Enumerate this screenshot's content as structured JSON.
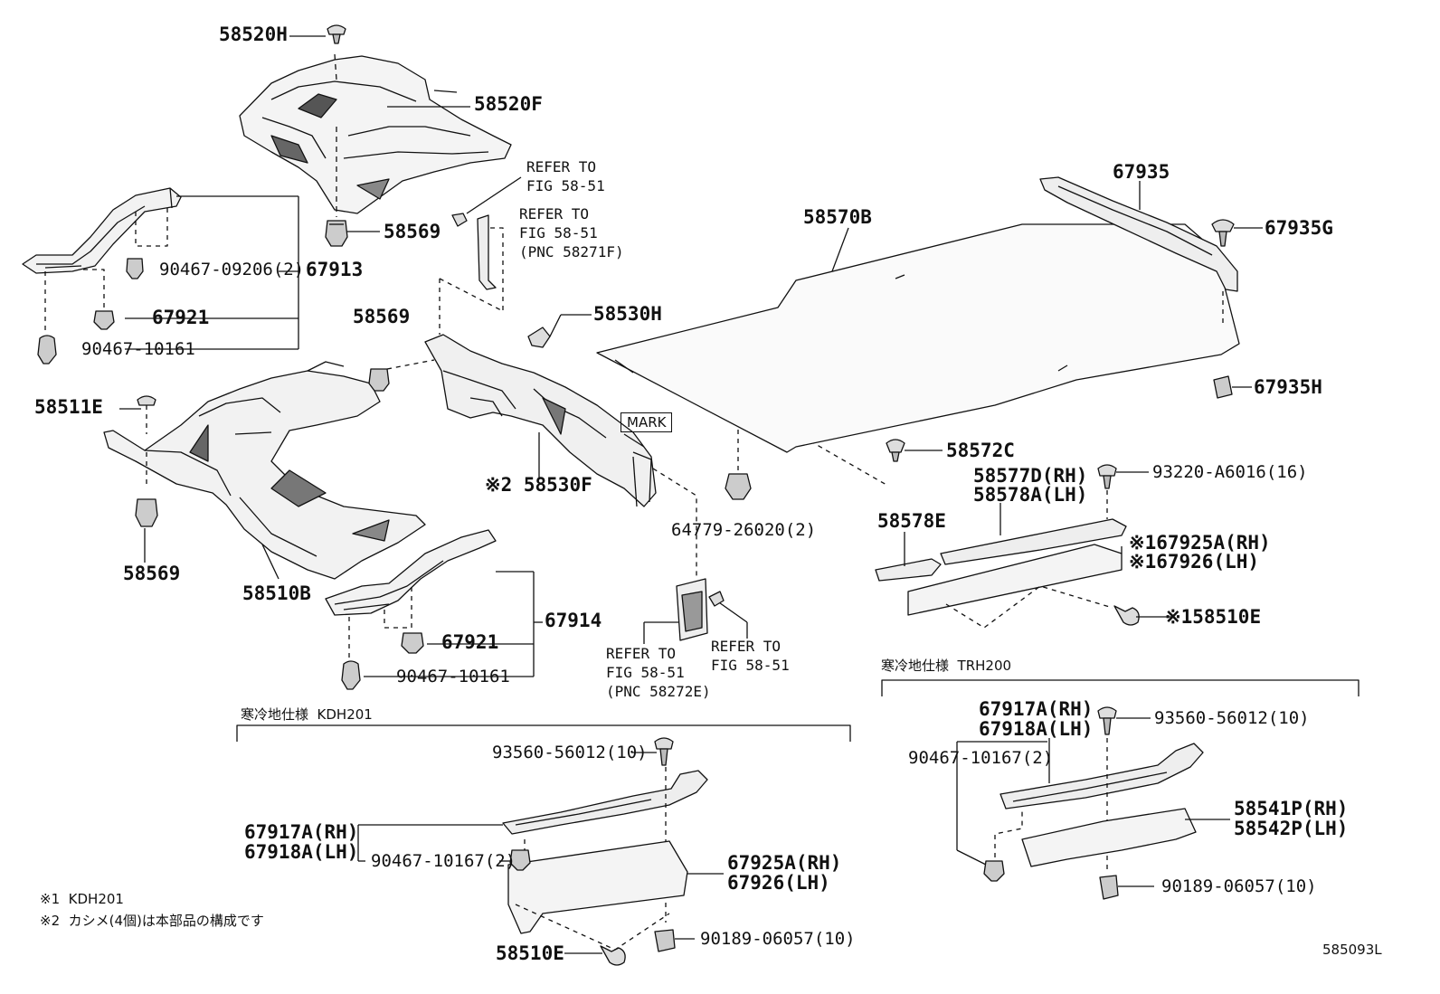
{
  "diagram": {
    "drawing_number": "585093L",
    "notes": {
      "note1": "※1  KDH201",
      "note2": "※2  カシメ(4個)は本部品の構成です"
    },
    "sections": {
      "kdh201": "寒冷地仕様  KDH201",
      "trh200": "寒冷地仕様  TRH200"
    },
    "mark": "MARK",
    "refs": {
      "r1": "REFER TO\nFIG 58-51",
      "r2": "REFER TO\nFIG 58-51\n(PNC 58271F)",
      "r3": "REFER TO\nFIG 58-51\n(PNC 58272E)",
      "r4": "REFER TO\nFIG 58-51"
    },
    "parts": {
      "p58520H": "58520H",
      "p58520F": "58520F",
      "p58569a": "58569",
      "p90467_09206": "90467-09206(2)",
      "p67913": "67913",
      "p67921a": "67921",
      "p90467_10161a": "90467-10161",
      "p58569b": "58569",
      "p58530H": "58530H",
      "p58511E": "58511E",
      "p58569c": "58569",
      "p58530F": "※2 58530F",
      "p58510B": "58510B",
      "p67921b": "67921",
      "p67914": "67914",
      "p90467_10161b": "90467-10161",
      "p64779": "64779-26020(2)",
      "p58570B": "58570B",
      "p67935": "67935",
      "p67935G": "67935G",
      "p67935H": "67935H",
      "p58572C": "58572C",
      "p58577D": "58577D(RH)",
      "p58578A": "58578A(LH)",
      "p93220": "93220-A6016(16)",
      "p58578E": "58578E",
      "p67925A_a": "※167925A(RH)",
      "p67926_a": "※167926(LH)",
      "p58510E_a": "※158510E",
      "p93560_a": "93560-56012(10)",
      "p67917A_a": "67917A(RH)",
      "p67918A_a": "67918A(LH)",
      "p90467_10167a": "90467-10167(2)",
      "p67925A_b": "67925A(RH)",
      "p67926_b": "67926(LH)",
      "p58510E_b": "58510E",
      "p90189_a": "90189-06057(10)",
      "p67917A_b": "67917A(RH)",
      "p67918A_b": "67918A(LH)",
      "p93560_b": "93560-56012(10)",
      "p90467_10167b": "90467-10167(2)",
      "p58541P": "58541P(RH)",
      "p58542P": "58542P(LH)",
      "p90189_b": "90189-06057(10)"
    }
  }
}
